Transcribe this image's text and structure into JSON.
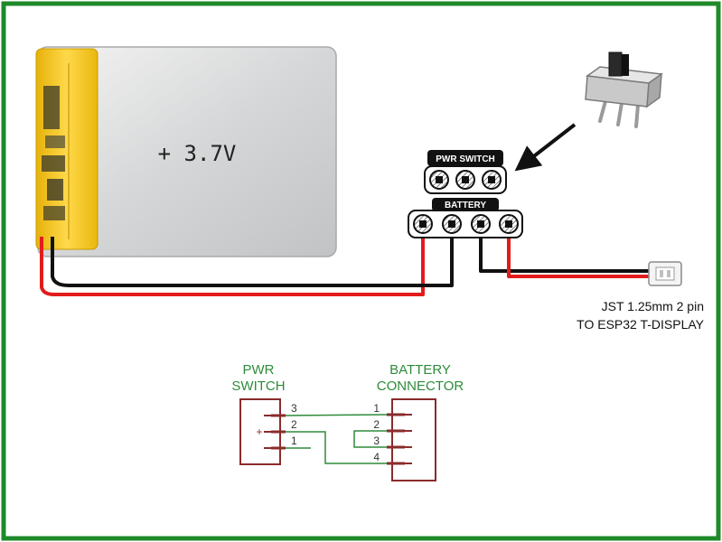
{
  "battery": {
    "label": "+ 3.7V"
  },
  "switch_header": {
    "label": "PWR SWITCH"
  },
  "battery_header": {
    "label": "BATTERY"
  },
  "jst": {
    "line1": "JST 1.25mm 2 pin",
    "line2": "TO ESP32 T-DISPLAY"
  },
  "schematic": {
    "switch_title_1": "PWR",
    "switch_title_2": "SWITCH",
    "connector_title_1": "BATTERY",
    "connector_title_2": "CONNECTOR",
    "switch_pins": [
      "3",
      "2",
      "1"
    ],
    "switch_plus": "+",
    "connector_pins": [
      "1",
      "2",
      "3",
      "4"
    ]
  },
  "colors": {
    "border": "#1f8a2a",
    "schematic_text": "#2e8b3a",
    "schematic_box": "#8b2b2b",
    "wire_red": "#e31b1b",
    "wire_black": "#111111",
    "battery_body": "#d9dadb",
    "battery_tab": "#f0c419"
  }
}
